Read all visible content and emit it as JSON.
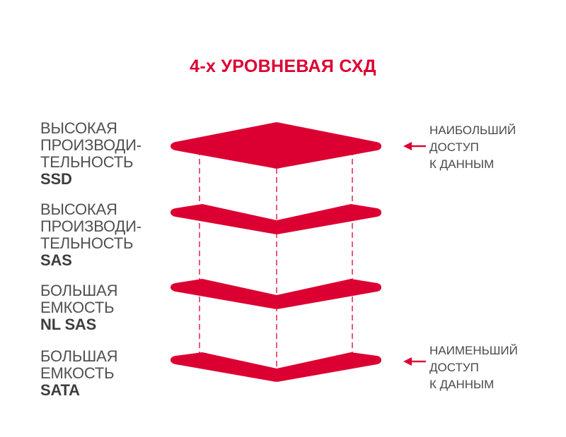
{
  "title": "4-х УРОВНЕВАЯ СХД",
  "colors": {
    "accent": "#dc0032",
    "label_text": "#505050",
    "note_text": "#4a4a4a"
  },
  "tiers": [
    {
      "lines": [
        "ВЫСОКАЯ",
        "ПРОИЗВОДИ-",
        "ТЕЛЬНОСТЬ"
      ],
      "tech": "SSD"
    },
    {
      "lines": [
        "ВЫСОКАЯ",
        "ПРОИЗВОДИ-",
        "ТЕЛЬНОСТЬ"
      ],
      "tech": "SAS"
    },
    {
      "lines": [
        "БОЛЬШАЯ",
        "ЕМКОСТЬ"
      ],
      "tech": "NL SAS"
    },
    {
      "lines": [
        "БОЛЬШАЯ",
        "ЕМКОСТЬ"
      ],
      "tech": "SATA"
    }
  ],
  "notes": {
    "top": [
      "НАИБОЛЬШИЙ",
      "ДОСТУП",
      "К ДАННЫМ"
    ],
    "bottom": [
      "НАИМЕНЬШИЙ",
      "ДОСТУП",
      "К ДАННЫМ"
    ]
  }
}
